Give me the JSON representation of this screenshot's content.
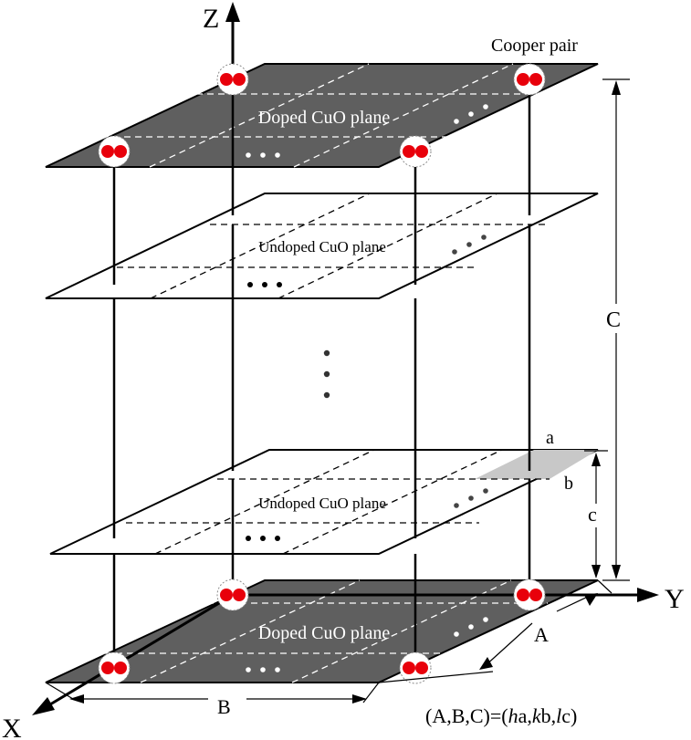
{
  "labels": {
    "z_axis": "Z",
    "y_axis": "Y",
    "x_axis": "X",
    "cooper_pair": "Cooper pair",
    "top_plane": "Doped CuO plane",
    "upper_undoped_plane": "Undoped CuO plane",
    "lower_undoped_plane": "Undoped CuO plane",
    "bottom_plane": "Doped CuO plane",
    "dim_C": "C",
    "dim_c": "c",
    "dim_A": "A",
    "dim_B": "B",
    "cell_a": "a",
    "cell_b": "b",
    "formula_prefix": "(A,B,C)=(",
    "formula_h": "h",
    "formula_a": "a,",
    "formula_k": "k",
    "formula_b": "b,",
    "formula_l": "l",
    "formula_c": "c)"
  },
  "colors": {
    "doped_plane": "#5f5f5f",
    "undoped_plane": "#ffffff",
    "cooper_electron": "#e8000b",
    "unit_cell": "#c8c8c8",
    "line": "#000000"
  }
}
